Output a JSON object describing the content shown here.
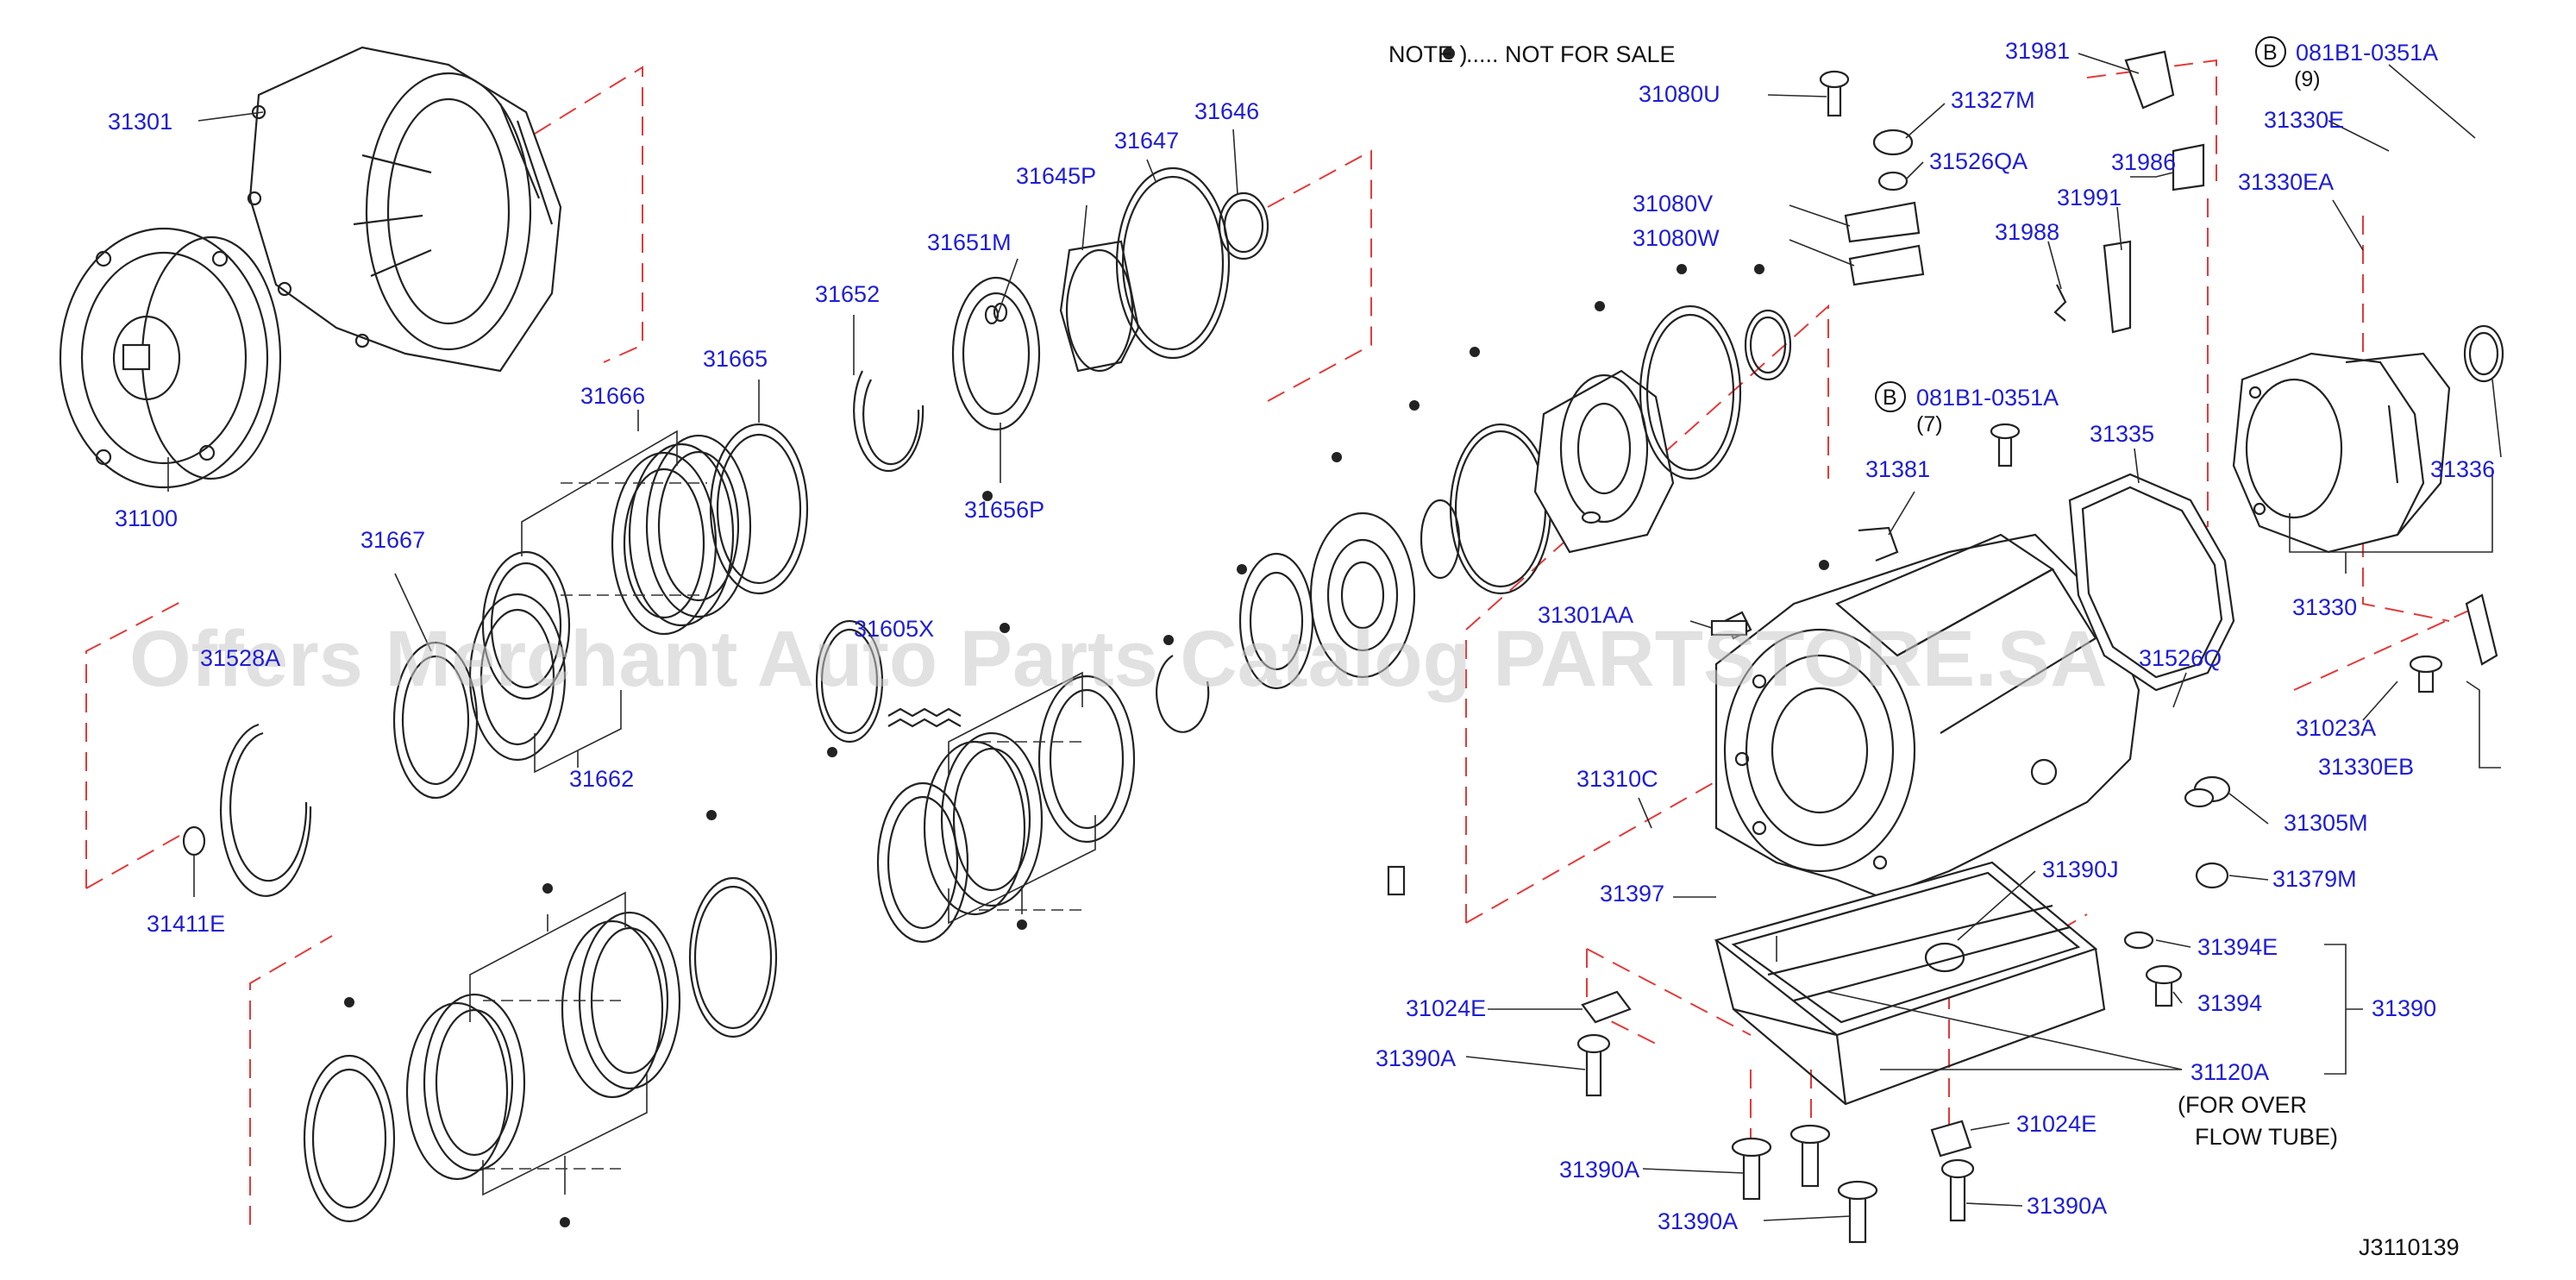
{
  "note": {
    "prefix": "NOTE )",
    "text": "..... NOT FOR SALE"
  },
  "diagram_code": "J3110139",
  "watermark": "Offers Merchant Auto Parts Catalog PARTSTORE.SA",
  "bolt_specs": [
    {
      "badge": "B",
      "code": "081B1-0351A",
      "qty": "(9)"
    },
    {
      "badge": "B",
      "code": "081B1-0351A",
      "qty": "(7)"
    }
  ],
  "for_over_flow_tube": [
    "(FOR OVER",
    "FLOW TUBE)"
  ],
  "parts": {
    "p31301": "31301",
    "p31100": "31100",
    "p31666": "31666",
    "p31665": "31665",
    "p31652": "31652",
    "p31651M": "31651M",
    "p31645P": "31645P",
    "p31647": "31647",
    "p31646": "31646",
    "p31656P": "31656P",
    "p31667": "31667",
    "p31662": "31662",
    "p31605X": "31605X",
    "p31528A": "31528A",
    "p31411E": "31411E",
    "p31080U": "31080U",
    "p31327M": "31327M",
    "p31526QA": "31526QA",
    "p31080V": "31080V",
    "p31080W": "31080W",
    "p31981": "31981",
    "p31330E": "31330E",
    "p31986": "31986",
    "p31330EA": "31330EA",
    "p31991": "31991",
    "p31988": "31988",
    "p31335": "31335",
    "p31336": "31336",
    "p31381": "31381",
    "p31330": "31330",
    "p31301AA": "31301AA",
    "p31526Q": "31526Q",
    "p31023A": "31023A",
    "p31330EB": "31330EB",
    "p31310C": "31310C",
    "p31305M": "31305M",
    "p31397": "31397",
    "p31390J": "31390J",
    "p31379M": "31379M",
    "p31394E": "31394E",
    "p31024E_a": "31024E",
    "p31394": "31394",
    "p31390": "31390",
    "p31390A_a": "31390A",
    "p31120A": "31120A",
    "p31024E_b": "31024E",
    "p31390A_b": "31390A",
    "p31390A_c": "31390A",
    "p31390A_d": "31390A"
  }
}
